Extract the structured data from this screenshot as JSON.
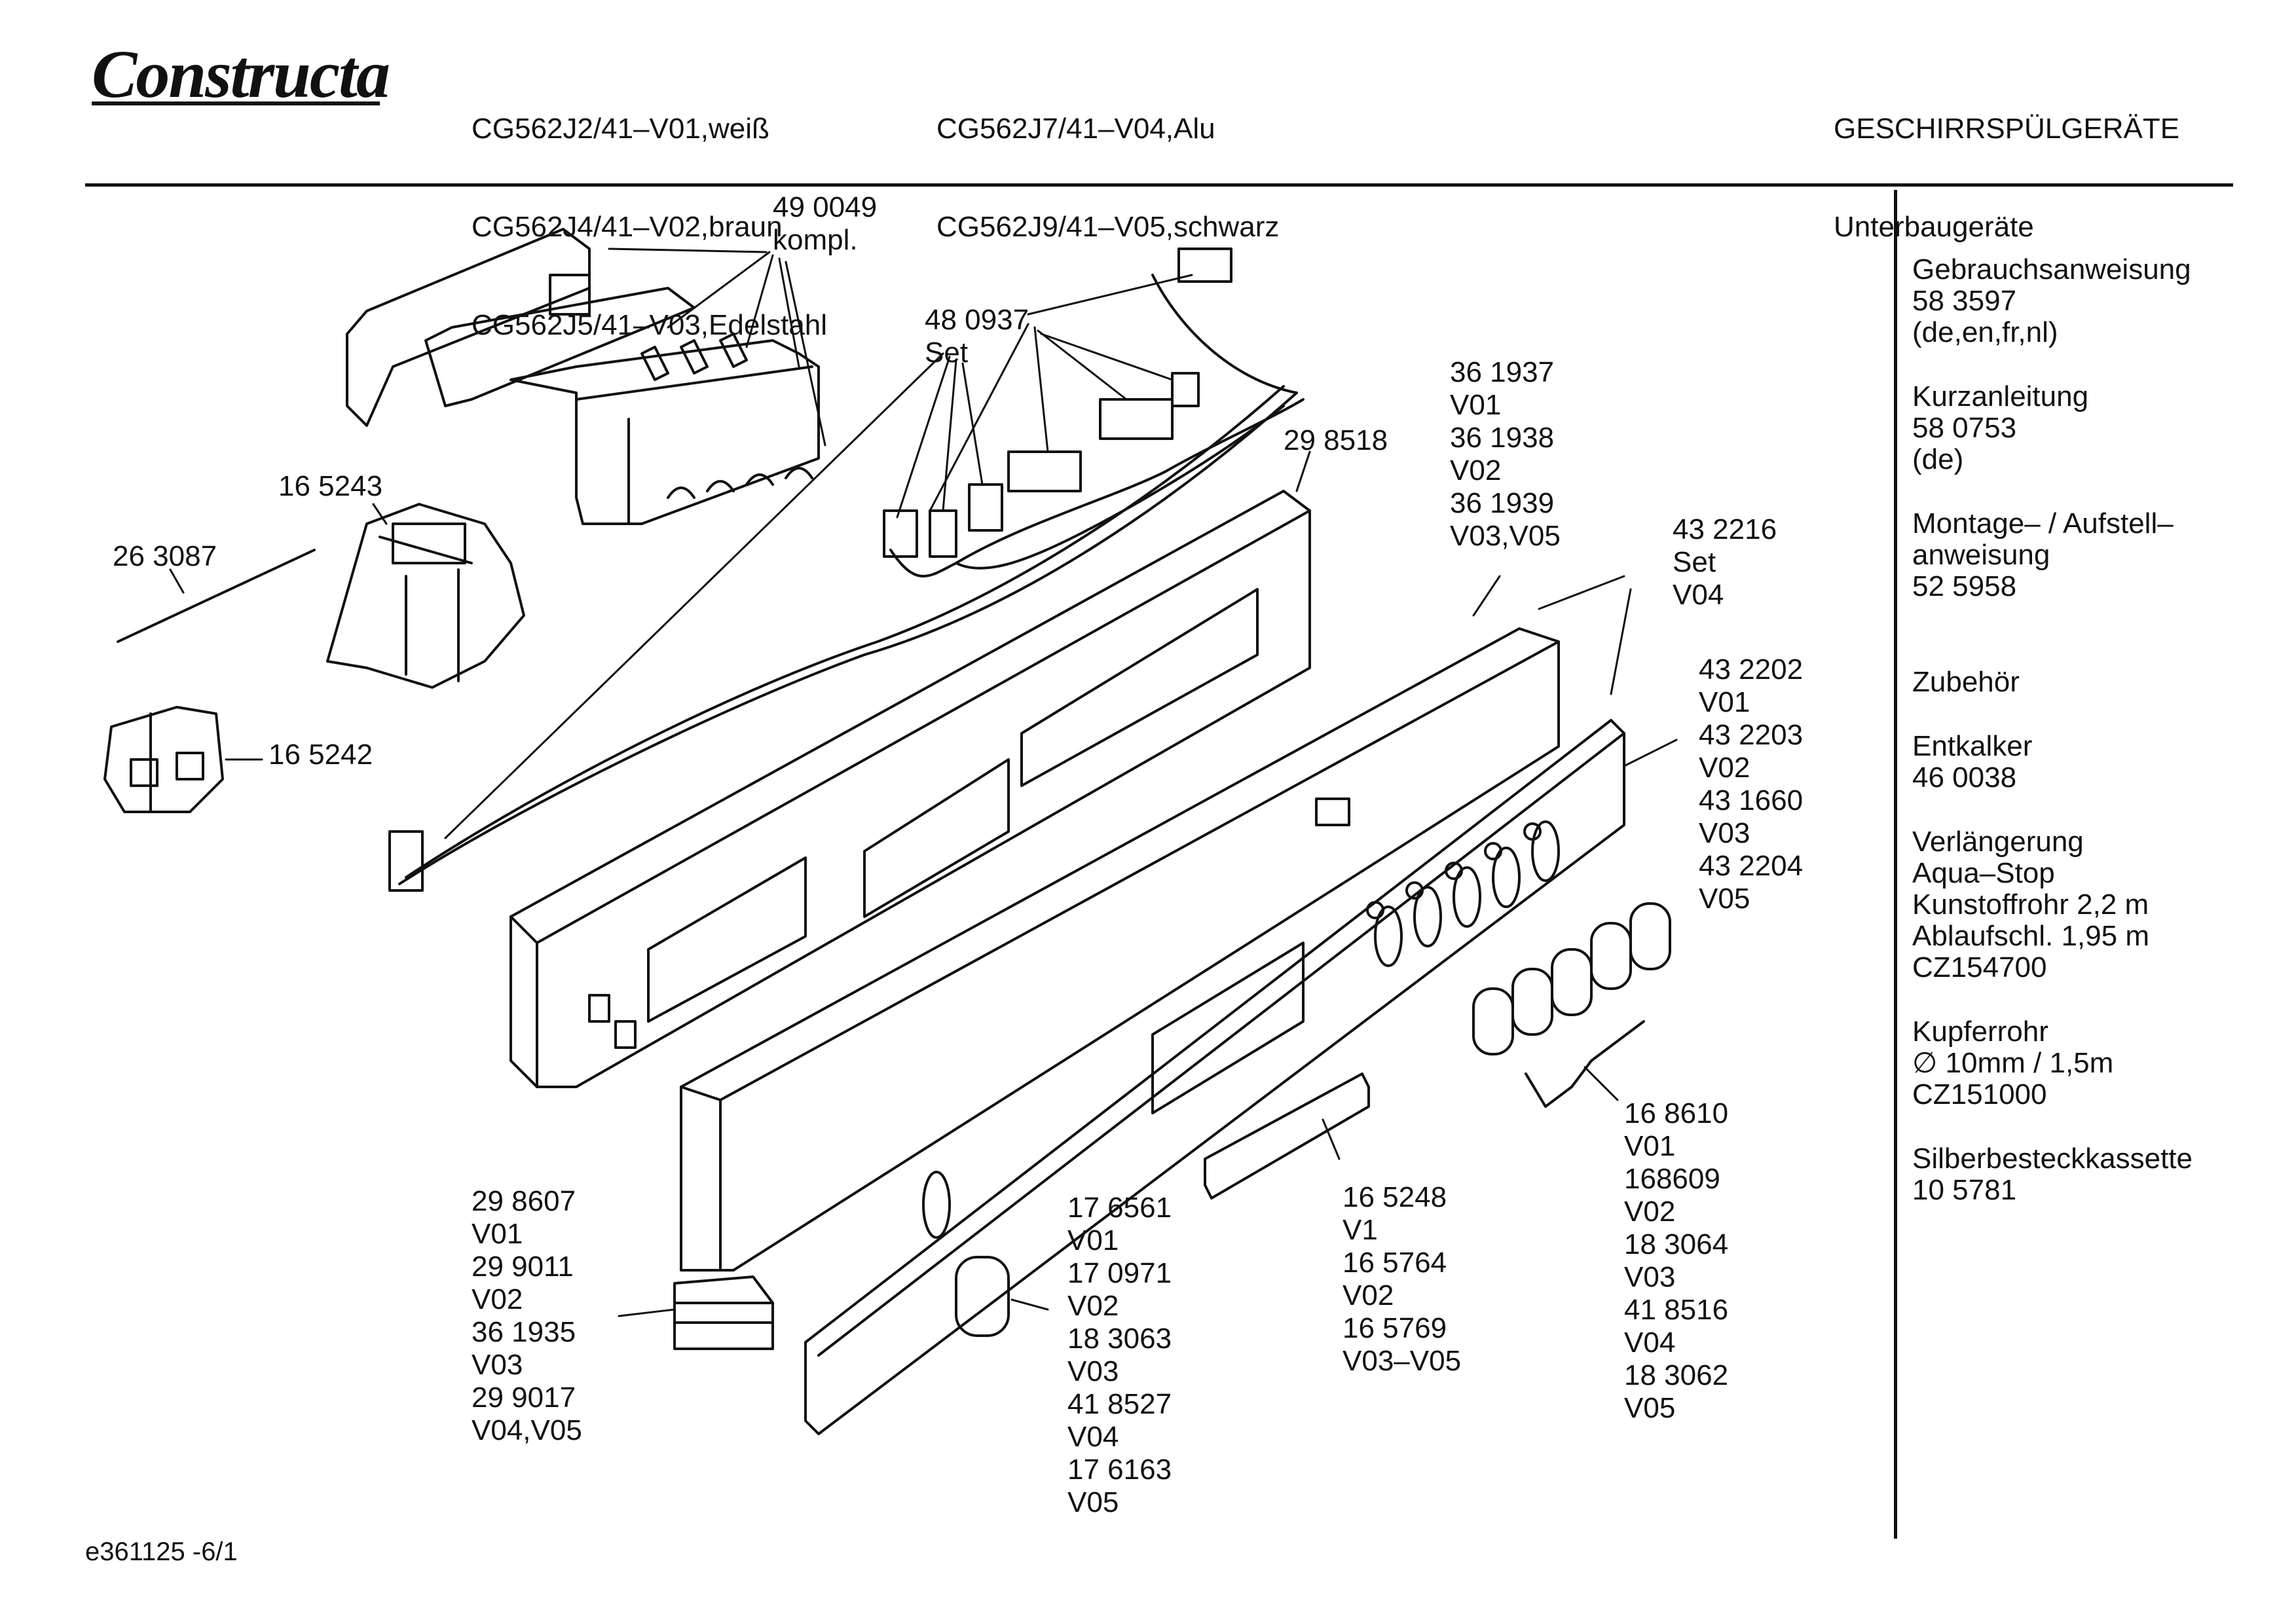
{
  "header": {
    "brand": "Constructa",
    "models_col1": [
      "CG562J2/41–V01,weiß",
      "CG562J4/41–V02,braun",
      "CG562J5/41–V03,Edelstahl"
    ],
    "models_col2": [
      "CG562J7/41–V04,Alu",
      "CG562J9/41–V05,schwarz"
    ],
    "category": "GESCHIRRSPÜLGERÄTE",
    "subcategory": "Unterbaugeräte"
  },
  "sidebar": [
    {
      "lines": [
        "Gebrauchsanweisung",
        "58 3597",
        "(de,en,fr,nl)"
      ]
    },
    {
      "lines": [
        "Kurzanleitung",
        "58 0753",
        "(de)"
      ]
    },
    {
      "lines": [
        "Montage– / Aufstell–",
        "anweisung",
        "52 5958"
      ]
    },
    {
      "lines": [
        "Zubehör"
      ]
    },
    {
      "lines": [
        "Entkalker",
        "46 0038"
      ]
    },
    {
      "lines": [
        "Verlängerung",
        "Aqua–Stop",
        "Kunstoffrohr 2,2 m",
        "Ablaufschl. 1,95 m",
        "CZ154700"
      ]
    },
    {
      "lines": [
        "Kupferrohr",
        "∅ 10mm / 1,5m",
        "CZ151000"
      ]
    },
    {
      "lines": [
        "Silberbesteckkassette",
        "10 5781"
      ]
    }
  ],
  "callouts": {
    "c490049": "49 0049\nkompl.",
    "c480937": "48 0937\nSet",
    "c298518": "29 8518",
    "c361937": "36 1937\nV01\n36 1938\nV02\n36 1939\nV03,V05",
    "c432216": "43 2216\nSet\nV04",
    "c432202": "43 2202\nV01\n43 2203\nV02\n43 1660\nV03\n43 2204\nV05",
    "c165243": "16 5243",
    "c263087": "26 3087",
    "c165242": "16 5242",
    "c298607": "29 8607\nV01\n29 9011\nV02\n36 1935\nV03\n29 9017\nV04,V05",
    "c176561": "17 6561\nV01\n17 0971\nV02\n18 3063\nV03\n41 8527\nV04\n17 6163\nV05",
    "c165248": "16 5248\nV1\n16 5764\nV02\n16 5769\nV03–V05",
    "c168610": "16 8610\nV01\n168609\nV02\n18 3064\nV03\n41 8516\nV04\n18 3062\nV05"
  },
  "footer": {
    "code": "e361125 -6/1"
  }
}
